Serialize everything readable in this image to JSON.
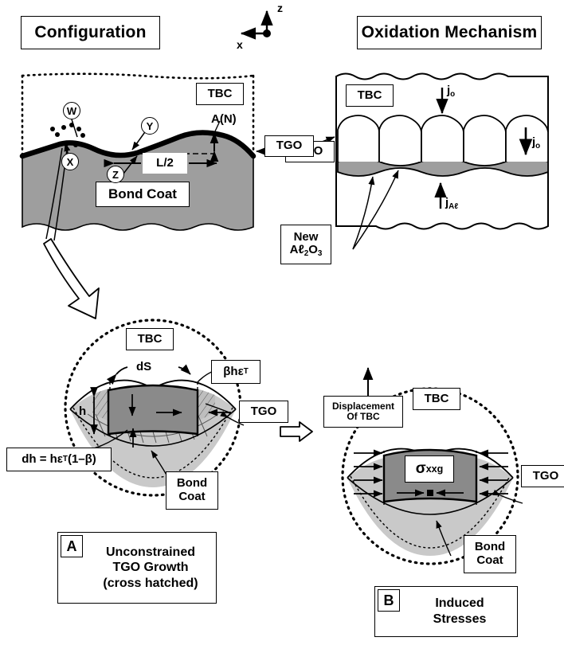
{
  "figure": {
    "type": "schematic-diagram",
    "subject": "Thermal barrier coating (TBC) / thermally grown oxide (TGO) imperfection growth schematic"
  },
  "headers": {
    "configuration": "Configuration",
    "oxidation": "Oxidation Mechanism"
  },
  "axes": {
    "z_label": "z",
    "x_label": "x",
    "origin_marker": "dot-into-page"
  },
  "config_panel": {
    "tbc_label": "TBC",
    "bond_coat_label": "Bond Coat",
    "tgo_label": "TGO",
    "amplitude_label": "A(N)",
    "wavelength_label": "L/2",
    "markers": [
      "W",
      "X",
      "Y",
      "Z"
    ]
  },
  "oxidation_panel": {
    "tbc_label": "TBC",
    "tgo_label": "TGO",
    "flux_oxygen_top": "j",
    "flux_oxygen_top_sub": "o",
    "flux_oxygen_right": "j",
    "flux_oxygen_right_sub": "o",
    "flux_aluminium": "j",
    "flux_aluminium_sub": "Aℓ",
    "new_oxide_line1": "New",
    "new_oxide_line2_a": "Aℓ",
    "new_oxide_line2_sub1": "2",
    "new_oxide_line2_b": "O",
    "new_oxide_line2_sub2": "3"
  },
  "panel_a": {
    "tbc_label": "TBC",
    "tgo_label": "TGO",
    "bond_coat_line1": "Bond",
    "bond_coat_line2": "Coat",
    "ds_label": "dS",
    "h_label": "h",
    "beta_label_a": "βhε",
    "beta_label_sup": "T",
    "dh_eq_a": "dh = hε",
    "dh_eq_sup": "T",
    "dh_eq_b": "(1–β)",
    "caption_letter": "A",
    "caption_line1": "Unconstrained",
    "caption_line2": "TGO Growth",
    "caption_line3": "(cross hatched)"
  },
  "panel_b": {
    "tbc_label": "TBC",
    "tgo_label": "TGO",
    "bond_coat_line1": "Bond",
    "bond_coat_line2": "Coat",
    "displacement_line1": "Displacement",
    "displacement_line2": "Of TBC",
    "stress_symbol": "σ",
    "stress_sub": "xx",
    "stress_sup": "g",
    "caption_letter": "B",
    "caption_line1": "Induced",
    "caption_line2": "Stresses"
  },
  "colors": {
    "bond_coat_fill": "#9e9e9e",
    "tgo_fill": "#a0a0a0",
    "tgo_dark": "#757575",
    "bond_coat_light": "#c9c9c9",
    "outline": "#000000",
    "background": "#ffffff"
  }
}
